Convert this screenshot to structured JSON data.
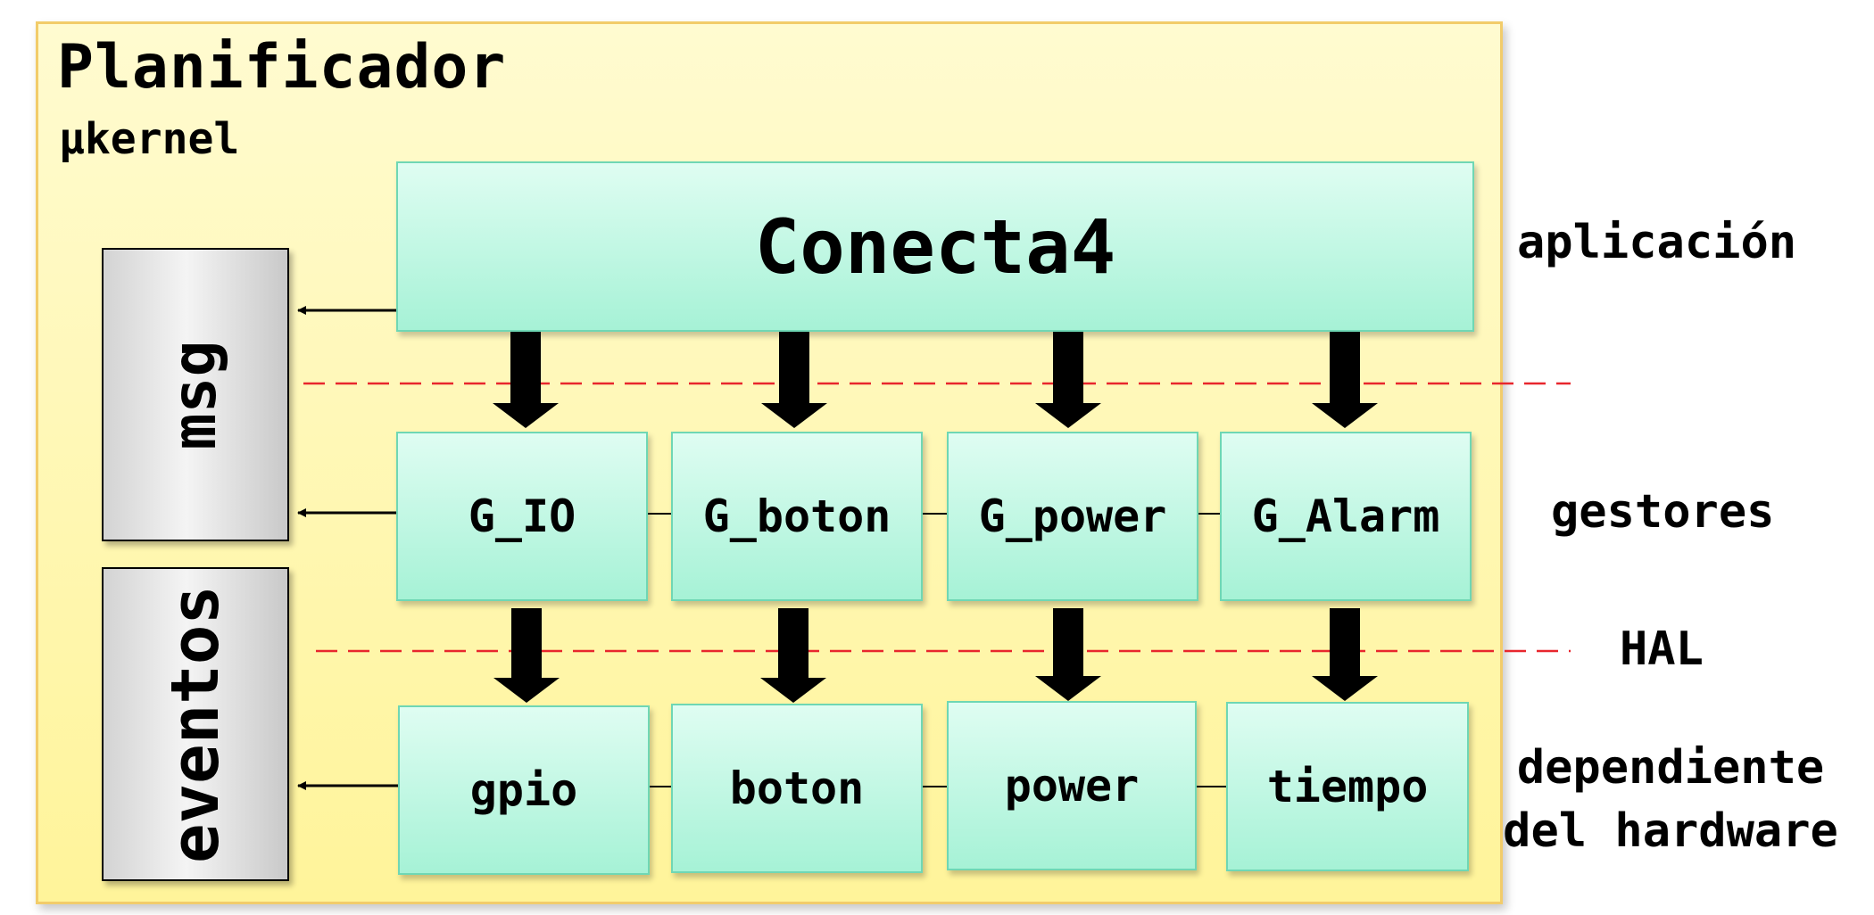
{
  "title": "Planificador",
  "subtitle": "µkernel",
  "side": {
    "msg": "msg",
    "eventos": "eventos"
  },
  "application": {
    "label": "Conecta4"
  },
  "managers": [
    "G_IO",
    "G_boton",
    "G_power",
    "G_Alarm"
  ],
  "drivers": [
    "gpio",
    "boton",
    "power",
    "tiempo"
  ],
  "layers": {
    "application": "aplicación",
    "managers": "gestores",
    "hal": "HAL",
    "hardware_line1": "dependiente",
    "hardware_line2": "del hardware"
  },
  "colors": {
    "frame_fill": "#fff6a8",
    "frame_border": "#f2cc6a",
    "box_fill": "#bff7e3",
    "box_border": "#6fd7b4",
    "side_fill": "#e2e2e2",
    "dashed_line": "#e8262d",
    "arrow": "#000000"
  }
}
